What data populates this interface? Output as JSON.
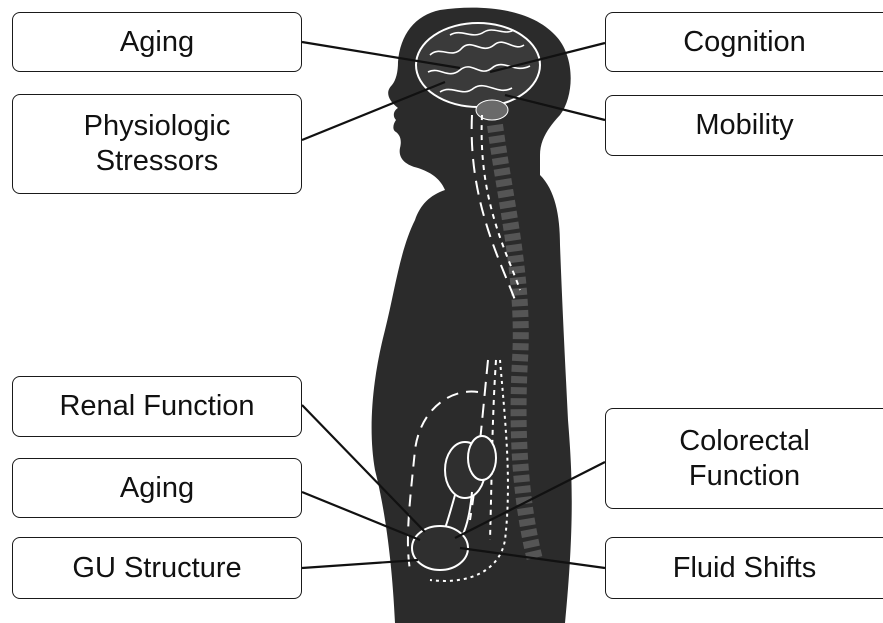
{
  "labels": {
    "left": [
      {
        "id": "aging-top",
        "text": "Aging"
      },
      {
        "id": "physiologic-stressors",
        "text": "Physiologic\nStressors"
      },
      {
        "id": "renal-function",
        "text": "Renal Function"
      },
      {
        "id": "aging-bottom",
        "text": "Aging"
      },
      {
        "id": "gu-structure",
        "text": "GU Structure"
      }
    ],
    "right": [
      {
        "id": "cognition",
        "text": "Cognition"
      },
      {
        "id": "mobility",
        "text": "Mobility"
      },
      {
        "id": "colorectal-function",
        "text": "Colorectal\nFunction"
      },
      {
        "id": "fluid-shifts",
        "text": "Fluid Shifts"
      }
    ]
  },
  "colors": {
    "silhouette": "#2b2b2b",
    "line": "#111111",
    "box_border": "#1a1a1a",
    "pathway": "#ffffff",
    "spine": "#555555"
  }
}
